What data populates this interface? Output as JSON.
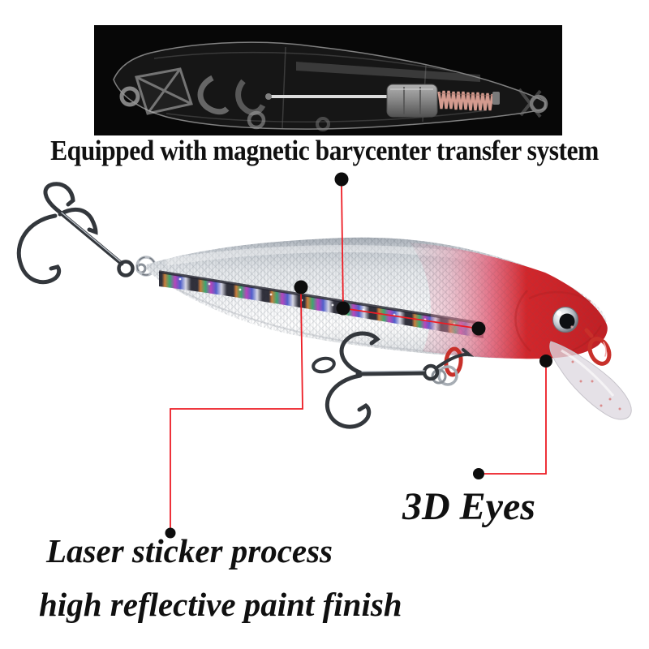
{
  "page": {
    "bg_color": "#ffffff",
    "text_color": "#101010"
  },
  "xray_panel": {
    "bg_color": "#070707",
    "description": "x-ray view of lure showing internal magnetic weight, pin and transfer spring"
  },
  "headline": {
    "text": "Equipped with magnetic barycenter transfer system"
  },
  "annotations": {
    "line_color": "#ed1c24",
    "dot_color": "#0d0d0d",
    "eyes_label": "3D Eyes",
    "laser_label": "Laser sticker process",
    "paint_label": "high reflective paint finish"
  },
  "lure": {
    "head_color": "#d2262b",
    "head_pink": "#e58fa6",
    "head_deep": "#c01f24",
    "body_color": "#f4f5f7",
    "stripe_dark": "#23232e",
    "stripe_colors": [
      "#c9742e",
      "#2fa268",
      "#b13ab8",
      "#4656c8",
      "#d6d6e4"
    ],
    "spring_color": "#d49b8f",
    "weight_color": "#8a8a8a",
    "hook_color": "#33373c",
    "hanger_red": "#c8302a",
    "eye_pupil": "#0e1013"
  }
}
